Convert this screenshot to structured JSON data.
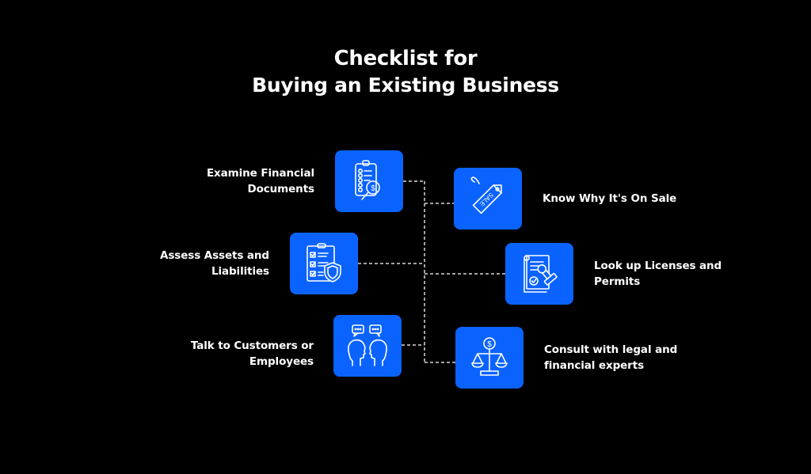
{
  "title": {
    "line1": "Checklist for",
    "line2": "Buying an Existing Business"
  },
  "colors": {
    "background": "#000000",
    "box": "#0a63ff",
    "text": "#ffffff",
    "connector": "#d9d9d9"
  },
  "items": [
    {
      "label_line1": "Examine Financial",
      "label_line2": "Documents",
      "icon": "clipboard-magnifier-dollar-icon",
      "side": "left"
    },
    {
      "label_line1": "Know Why It's On Sale",
      "label_line2": "",
      "icon": "sale-tag-icon",
      "side": "right"
    },
    {
      "label_line1": "Assess Assets and",
      "label_line2": "Liabilities",
      "icon": "checklist-shield-icon",
      "side": "left"
    },
    {
      "label_line1": "Look up Licenses and",
      "label_line2": "Permits",
      "icon": "document-stamp-icon",
      "side": "right"
    },
    {
      "label_line1": "Talk to Customers or",
      "label_line2": "Employees",
      "icon": "people-conversation-icon",
      "side": "left"
    },
    {
      "label_line1": "Consult with legal and",
      "label_line2": "financial experts",
      "icon": "scales-dollar-icon",
      "side": "right"
    }
  ]
}
